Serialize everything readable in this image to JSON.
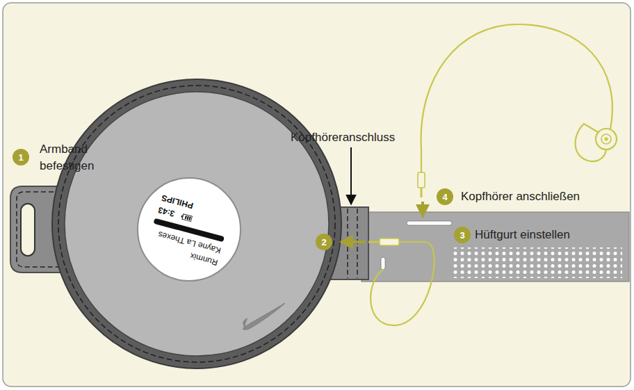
{
  "diagram": {
    "nodes": [
      {
        "text": [
          "PHILIPS",
          "3:43",
          "Kayne La Thexes",
          "Runmix"
        ]
      },
      {
        "text": [
          "1"
        ]
      },
      {
        "text": [
          "2"
        ]
      },
      {
        "text": [
          "3"
        ]
      },
      {
        "text": [
          "4"
        ]
      }
    ],
    "labels": [
      "Armband befestigen",
      "Kopfhöreranschluss",
      "Kopfhörer anschließen",
      "Hüftgurt einstellen"
    ]
  }
}
